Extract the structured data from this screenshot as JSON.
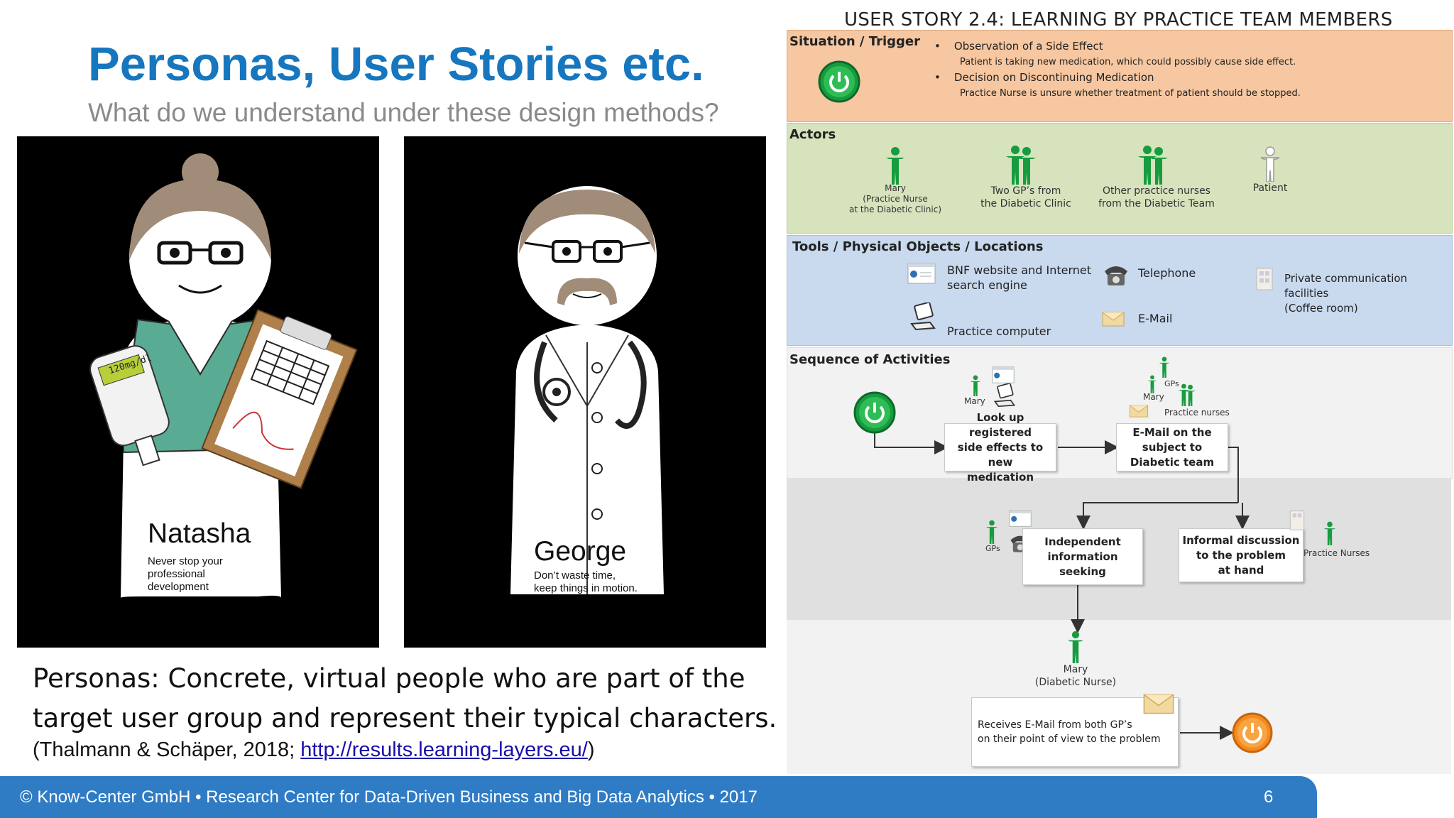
{
  "slide": {
    "title": "Personas, User Stories etc.",
    "subtitle": "What do we understand under these design methods?",
    "caption": "Personas: Concrete, virtual people who are part of the target user group and represent their typical characters.",
    "ref_prefix": "(Thalmann & Schäper, 2018; ",
    "ref_link": "http://results.learning-layers.eu/",
    "ref_suffix": ")",
    "footer": "© Know-Center GmbH • Research Center for Data-Driven Business and Big Data Analytics • 2017",
    "page_number": "6"
  },
  "personas": [
    {
      "name": "Natasha",
      "motto_lines": [
        "Never stop your",
        "professional",
        "development"
      ],
      "device_reading": "120mg/dl"
    },
    {
      "name": "George",
      "motto_lines": [
        "Don’t waste time,",
        "keep things in motion."
      ]
    }
  ],
  "story": {
    "title": "USER STORY 2.4: LEARNING BY PRACTICE TEAM MEMBERS",
    "situation": {
      "label": "Situation / Trigger",
      "items": [
        {
          "head": "Observation of a Side Effect",
          "detail": "Patient is taking new medication, which could possibly cause side effect."
        },
        {
          "head": "Decision on Discontinuing Medication",
          "detail": "Practice Nurse is unsure whether treatment of patient should be stopped."
        }
      ]
    },
    "actors": {
      "label": "Actors",
      "items": [
        {
          "lines": [
            "Mary",
            "(Practice Nurse",
            "at the Diabetic Clinic)"
          ]
        },
        {
          "lines": [
            "Two GP’s from",
            "the Diabetic Clinic"
          ]
        },
        {
          "lines": [
            "Other practice nurses",
            "from the Diabetic Team"
          ]
        },
        {
          "lines": [
            "Patient"
          ]
        }
      ]
    },
    "tools": {
      "label": "Tools / Physical Objects / Locations",
      "items": [
        {
          "lines": [
            "BNF website and Internet",
            "search engine"
          ]
        },
        {
          "lines": [
            "Telephone"
          ]
        },
        {
          "lines": [
            "Private communication facilities",
            "(Coffee room)"
          ]
        },
        {
          "lines": [
            "Practice computer"
          ]
        },
        {
          "lines": [
            "E-Mail"
          ]
        }
      ]
    },
    "sequence": {
      "label": "Sequence of Activities",
      "boxes": [
        {
          "lines": [
            "Look up registered",
            "side effects to new",
            "medication"
          ]
        },
        {
          "lines": [
            "E-Mail on the",
            "subject to",
            "Diabetic team"
          ]
        },
        {
          "lines": [
            "Independent",
            "information",
            "seeking"
          ]
        },
        {
          "lines": [
            "Informal discussion",
            "to the problem",
            "at hand"
          ]
        },
        {
          "lines": [
            "Receives E-Mail from both GP’s",
            "on their point of view to the problem"
          ]
        }
      ],
      "labels": {
        "mary": "Mary",
        "gps": "GPs",
        "practice_nurses_lower": "Practice nurses",
        "practice_nurses_upper": "Practice Nurses",
        "mary_end": [
          "Mary",
          "(Diabetic Nurse)"
        ]
      }
    }
  },
  "colors": {
    "accent": "#1677bf",
    "situation_band": "#f6c7a0",
    "actors_band": "#d6e3bd",
    "tools_band": "#c9d9ee",
    "figure_green": "#169c3f",
    "power_orange": "#f58a1f",
    "footer": "#2f7cc4"
  }
}
